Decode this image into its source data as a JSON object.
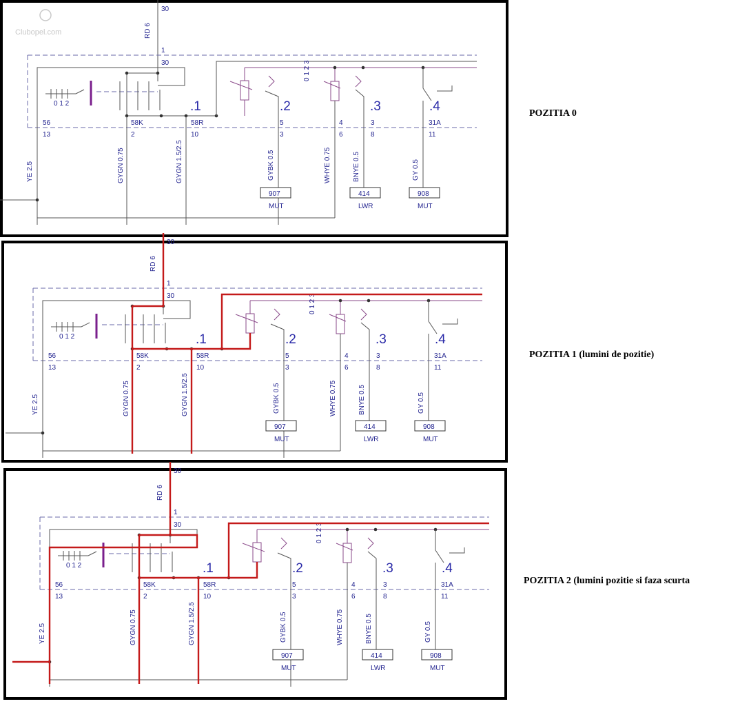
{
  "logo": {
    "text": "Clubopel.com"
  },
  "labels": {
    "supply_top": "30",
    "supply_wire": "RD 6",
    "pin_1": "1",
    "pin_30": "30",
    "switch_positions": "0 1 2",
    "rotary_positions": "0 1 2 3",
    "term_1": ".1",
    "term_2": ".2",
    "term_3": ".3",
    "term_4": ".4",
    "pin_56": "56",
    "pin_58K": "58K",
    "pin_58R": "58R",
    "pin_5": "5",
    "pin_4": "4",
    "pin_3": "3",
    "pin_31A": "31A",
    "pin_13": "13",
    "pin_2": "2",
    "pin_10": "10",
    "pin_3b": "3",
    "pin_6": "6",
    "pin_8": "8",
    "pin_11": "11",
    "wire_ye": "YE 2.5",
    "wire_gygn075": "GYGN 0.75",
    "wire_gygn15": "GYGN 1.5/2.5",
    "wire_gybk": "GYBK 0.5",
    "wire_whye": "WHYE 0.75",
    "wire_bnye": "BNYE 0.5",
    "wire_gy": "GY 0.5",
    "box_907": "907",
    "box_414": "414",
    "box_908": "908",
    "sub_mut": "MUT",
    "sub_lwr": "LWR"
  },
  "panels": [
    {
      "title": "POZITIA 0",
      "active_state": "off"
    },
    {
      "title": "POZITIA 1 (lumini de pozitie)",
      "active_state": "position_lights"
    },
    {
      "title": "POZITIA 2 (lumini pozitie si faza scurta",
      "active_state": "position_and_low_beam"
    }
  ],
  "colors": {
    "active_wire": "#c41a1a",
    "switch_contact": "#7a1f8c",
    "label_blue": "#22238f",
    "frame": "#000000"
  }
}
